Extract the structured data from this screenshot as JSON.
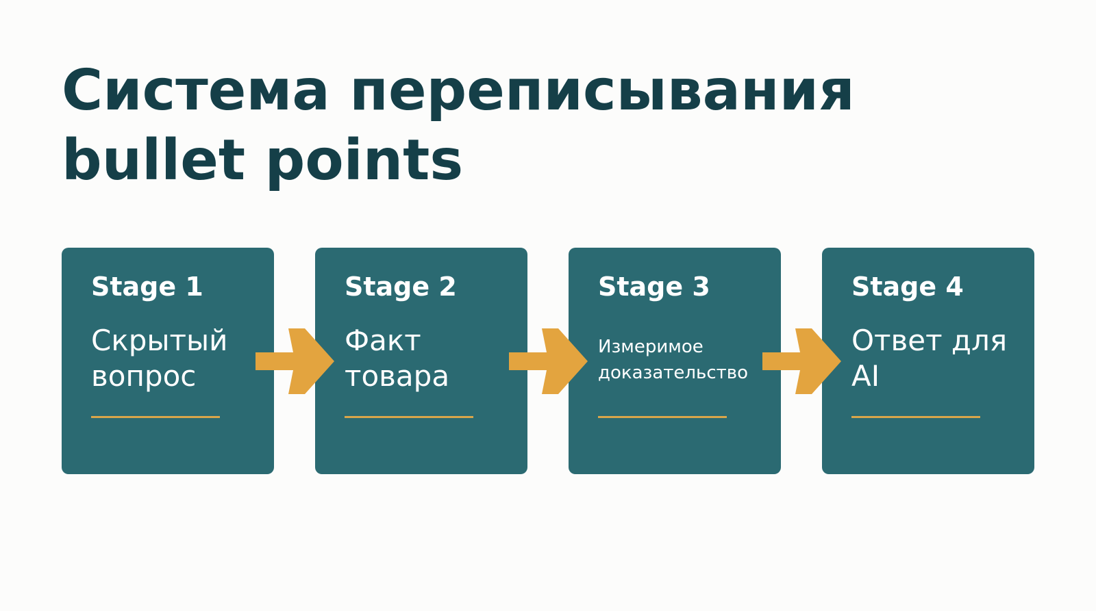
{
  "title": "Система переписывания bullet points",
  "colors": {
    "background": "#fcfcfb",
    "title": "#153f48",
    "card": "#2b6a72",
    "accent": "#e3a43f",
    "card_text": "#ffffff"
  },
  "stages": [
    {
      "label": "Stage 1",
      "text": "Скрытый вопрос"
    },
    {
      "label": "Stage 2",
      "text": "Факт товара"
    },
    {
      "label": "Stage 3",
      "text": "Измеримое доказательство"
    },
    {
      "label": "Stage 4",
      "text": "Ответ для AI"
    }
  ],
  "connectors": [
    "arrow-right-icon",
    "arrow-right-icon",
    "arrow-right-icon"
  ]
}
